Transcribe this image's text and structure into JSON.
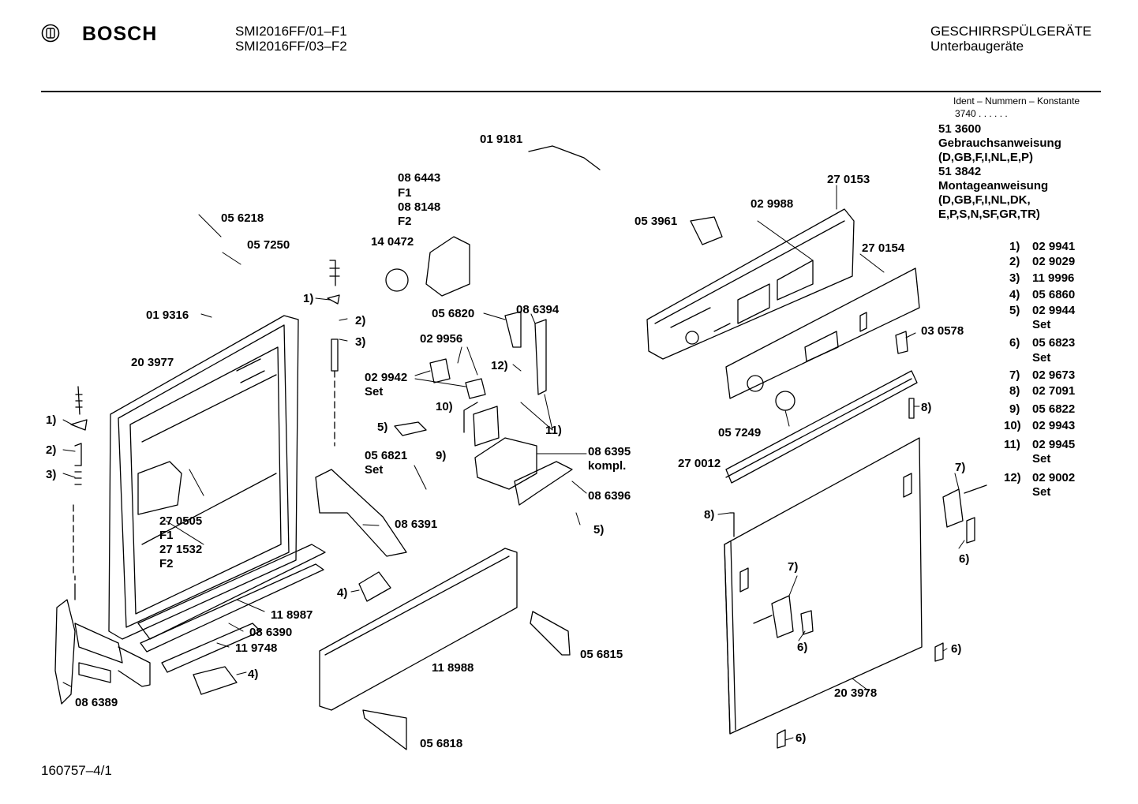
{
  "header": {
    "brand": "BOSCH",
    "models": [
      "SMI2016FF/01–F1",
      "SMI2016FF/03–F2"
    ],
    "category": "GESCHIRRSPÜLGERÄTE",
    "subcategory": "Unterbaugeräte"
  },
  "ident": {
    "heading": "Ident – Nummern – Konstante",
    "code": "3740 . . . . . ."
  },
  "docs": [
    "51 3600",
    "Gebrauchsanweisung",
    "(D,GB,F,I,NL,E,P)",
    "51 3842",
    "Montageanweisung",
    "(D,GB,F,I,NL,DK,",
    "E,P,S,N,SF,GR,TR)"
  ],
  "legend": [
    {
      "key": "1)",
      "part": "02 9941",
      "note": ""
    },
    {
      "key": "2)",
      "part": "02 9029",
      "note": ""
    },
    {
      "key": "3)",
      "part": "11 9996",
      "note": ""
    },
    {
      "key": "4)",
      "part": "05 6860",
      "note": ""
    },
    {
      "key": "5)",
      "part": "02 9944",
      "note": "Set"
    },
    {
      "key": "6)",
      "part": "05 6823",
      "note": "Set"
    },
    {
      "key": "7)",
      "part": "02 9673",
      "note": ""
    },
    {
      "key": "8)",
      "part": "02 7091",
      "note": ""
    },
    {
      "key": "9)",
      "part": "05 6822",
      "note": ""
    },
    {
      "key": "10)",
      "part": "02 9943",
      "note": ""
    },
    {
      "key": "11)",
      "part": "02 9945",
      "note": "Set"
    },
    {
      "key": "12)",
      "part": "02 9002",
      "note": "Set"
    }
  ],
  "labels": {
    "p019181": "01 9181",
    "p086443": "08 6443",
    "f1a": "F1",
    "p088148": "08 8148",
    "f2a": "F2",
    "p140472": "14 0472",
    "p056218": "05 6218",
    "p057250": "05 7250",
    "p019316": "01 9316",
    "p203977": "20 3977",
    "p056820": "05 6820",
    "p086394": "08 6394",
    "p029956": "02 9956",
    "p029942": "02 9942",
    "set1": "Set",
    "k12": "12)",
    "k10": "10)",
    "k5a": "5)",
    "k9": "9)",
    "k11": "11)",
    "p056821": "05 6821",
    "set2": "Set",
    "p086395": "08 6395",
    "kompl": "kompl.",
    "p086396": "08 6396",
    "k5b": "5)",
    "p086391": "08 6391",
    "p270505": "27 0505",
    "f1b": "F1",
    "p271532": "27 1532",
    "f2b": "F2",
    "p118987": "11 8987",
    "p086390": "08 6390",
    "p119748": "11 9748",
    "k4a": "4)",
    "k4b": "4)",
    "p086389": "08 6389",
    "p118988": "11 8988",
    "p056818": "05 6818",
    "p056815": "05 6815",
    "k1a": "1)",
    "k2a": "2)",
    "k3a": "3)",
    "k1b": "1)",
    "k2b": "2)",
    "k3b": "3)",
    "p053961": "05 3961",
    "p029988": "02 9988",
    "p270153": "27 0153",
    "p270154": "27 0154",
    "p030578": "03 0578",
    "p057249": "05 7249",
    "p270012": "27 0012",
    "k8a": "8)",
    "k8b": "8)",
    "k7a": "7)",
    "k7b": "7)",
    "k6a": "6)",
    "k6b": "6)",
    "k6c": "6)",
    "k6d": "6)",
    "p203978": "20 3978"
  },
  "footer": {
    "drawing_no": "160757–4/1"
  }
}
